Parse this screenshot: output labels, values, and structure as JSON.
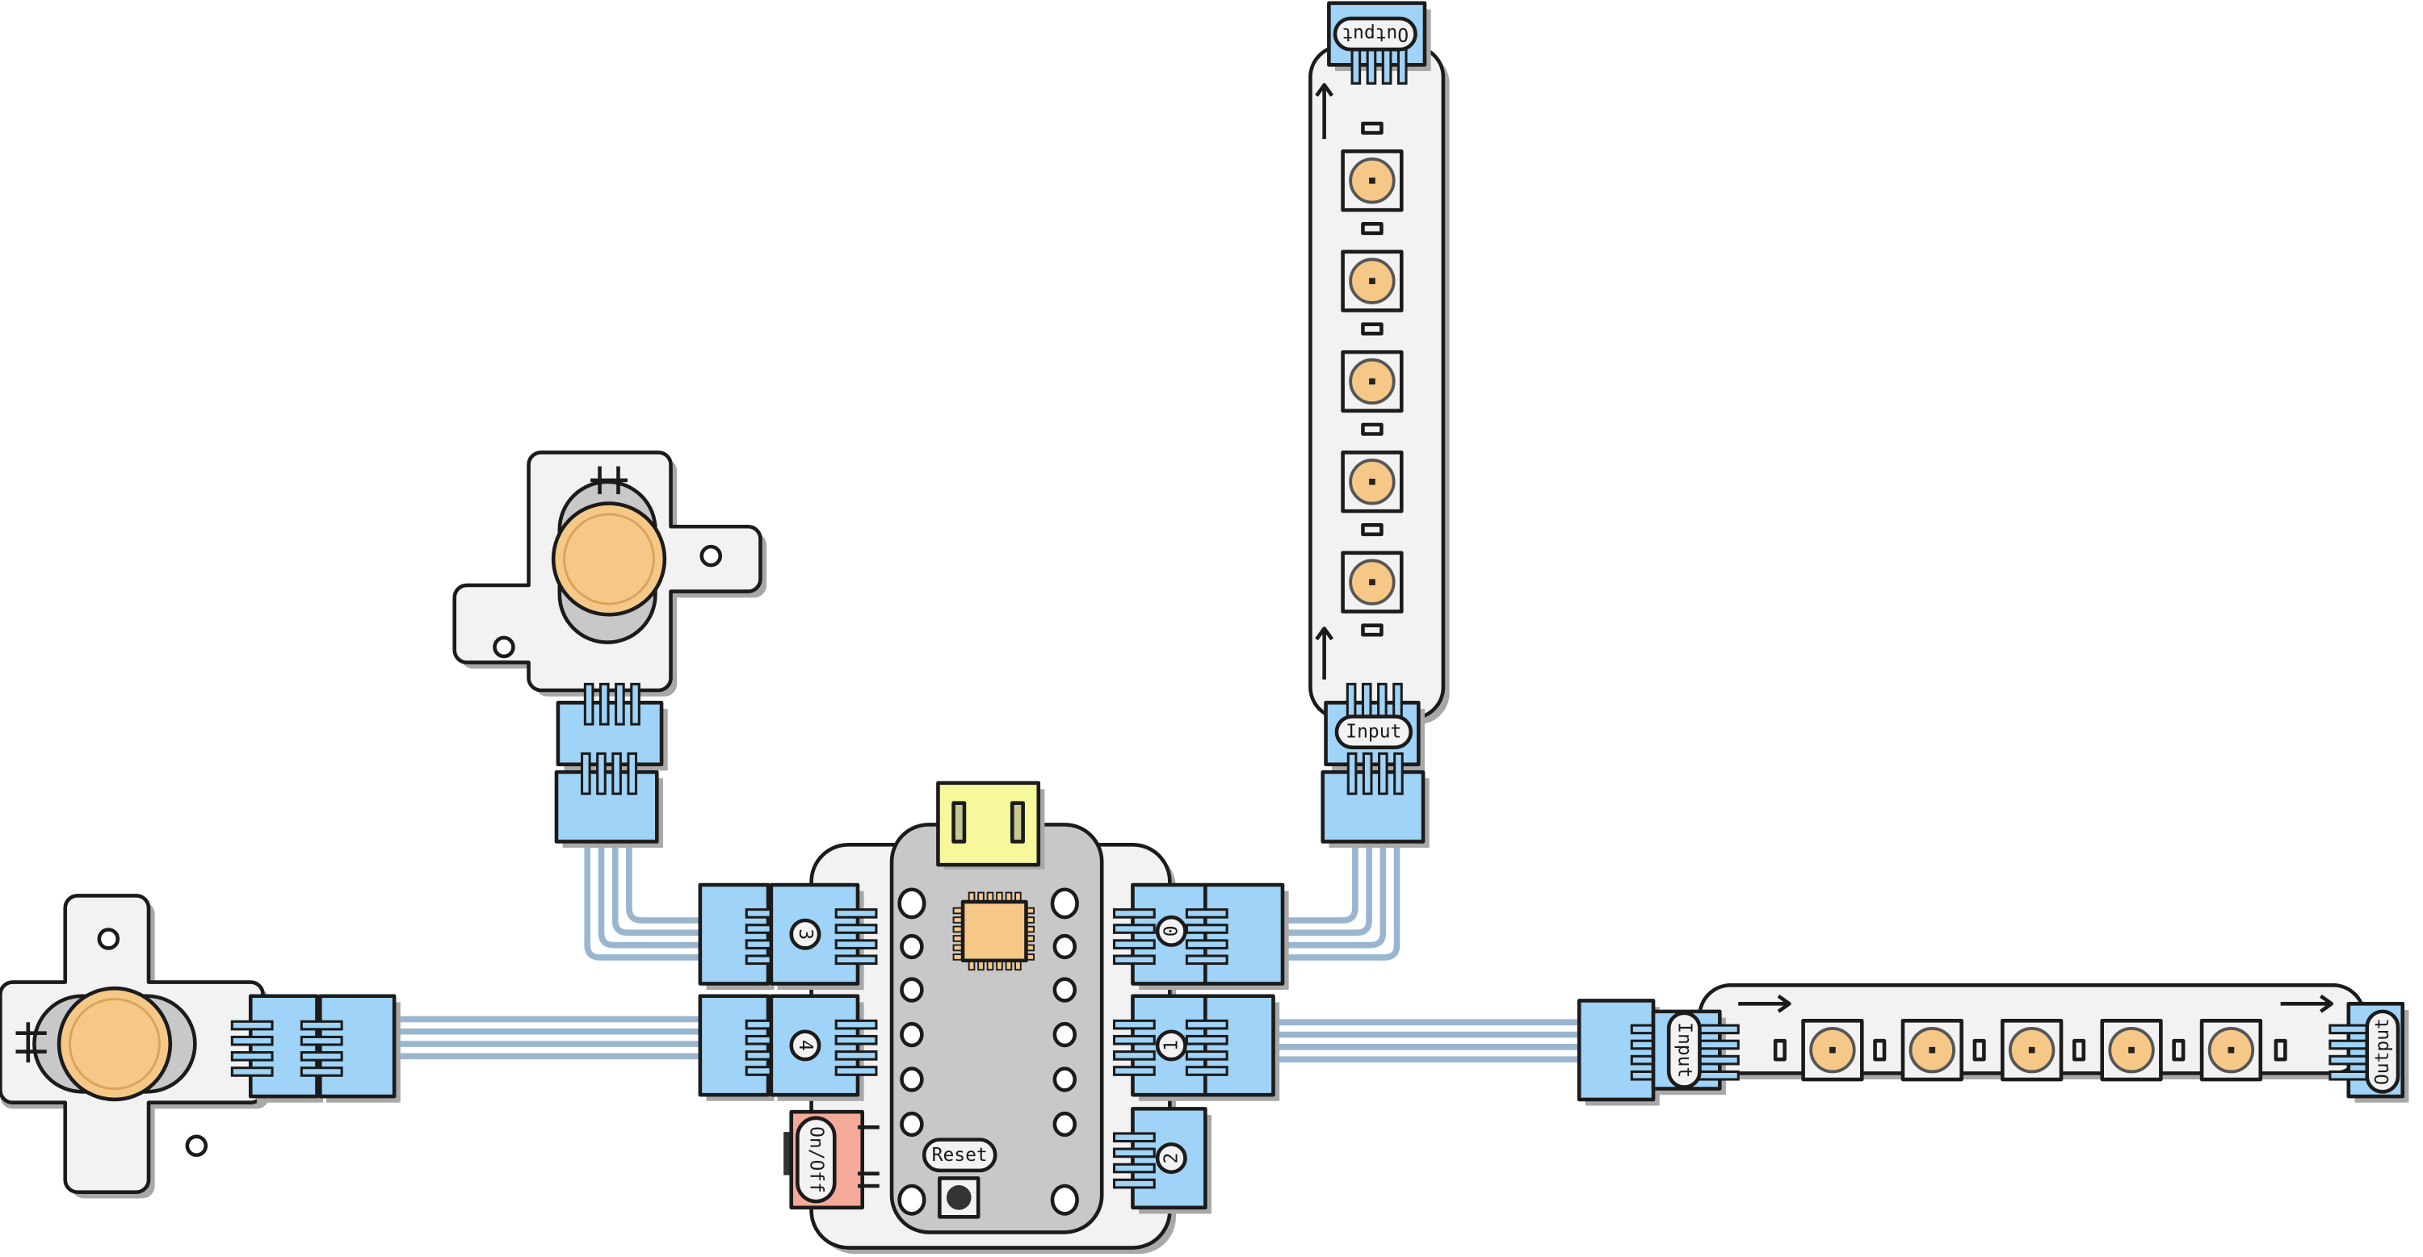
{
  "diagram": {
    "title": "Microcontroller with two buttons and two LED strips",
    "colors": {
      "connector": "#9fd3f7",
      "board": "#f2f2f2",
      "board_inner": "#c8c8c8",
      "usb": "#f7f79b",
      "chip": "#f5c887",
      "switch": "#f5aa99",
      "led": "#f5c887",
      "wire": "#9ab6cf",
      "shadow": "#a8a8a8"
    },
    "board": {
      "ports": {
        "p0": "0",
        "p1": "1",
        "p2": "2",
        "p3": "3",
        "p4": "4"
      },
      "switch_label": "On/Off",
      "reset_label": "Reset"
    },
    "strip_vertical": {
      "input_label": "Input",
      "output_label": "Output",
      "led_count": 5
    },
    "strip_horizontal": {
      "input_label": "Input",
      "output_label": "Output",
      "led_count": 5
    }
  }
}
